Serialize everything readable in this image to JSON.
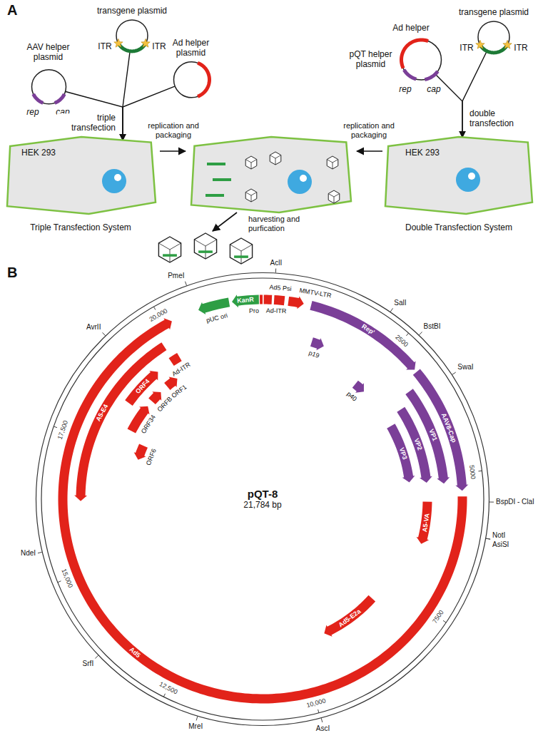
{
  "diagram": {
    "nodes": [
      {
        "text": [
          "AAV helper plasmid",
          "rep",
          "cap"
        ]
      },
      {
        "text": [
          "transgene plasmid",
          "ITR",
          "ITR"
        ]
      },
      {
        "text": [
          "Ad helper plasmid"
        ]
      },
      {
        "text": [
          "Ad helper",
          "pQT helper plasmid",
          "rep",
          "cap"
        ]
      },
      {
        "text": [
          "transgene plasmid",
          "ITR",
          "ITR"
        ]
      },
      {
        "text": [
          "HEK 293"
        ]
      },
      {
        "text": [
          "HEK 293"
        ]
      },
      {
        "text": [
          "pQT-8",
          "21,784 bp"
        ]
      }
    ],
    "edges": [
      {
        "from": 0,
        "to": 5,
        "arrow": "to"
      },
      {
        "from": 1,
        "to": 5,
        "label": "triple transfection",
        "arrow": "to"
      },
      {
        "from": 2,
        "to": 5,
        "arrow": "to"
      },
      {
        "from": 3,
        "to": 6,
        "arrow": "to"
      },
      {
        "from": 4,
        "to": 6,
        "label": "double transfection",
        "arrow": "to"
      }
    ],
    "labels": [
      "A",
      "replication and packaging",
      "replication and packaging",
      "harvesting and purfication",
      "Triple Transfection System",
      "Double Transfection System",
      "B",
      "AclI",
      "PmeI",
      "AvrII",
      "SalI",
      "BstBI",
      "SwaI",
      "BspDI - ClaI",
      "NotI",
      "AsiSI",
      "AscI",
      "MreI",
      "SrfI",
      "NdeI",
      "2500",
      "5000",
      "7500",
      "10,000",
      "12,500",
      "15,000",
      "17,500",
      "20,000",
      "KanR",
      "pUC ori",
      "Pro",
      "Ad-ITR",
      "Ad5 Psi",
      "MMTV-LTR",
      "Rep'",
      "p19",
      "p40",
      "AAV8-Cap",
      "VP1",
      "VP2",
      "VP3",
      "A5-VA",
      "Ad5-E2a",
      "Ad5",
      "A5-E4",
      "ORF4",
      "ORF6",
      "ORF34",
      "ORFB",
      "ORF1",
      "Ad-ITR"
    ]
  }
}
